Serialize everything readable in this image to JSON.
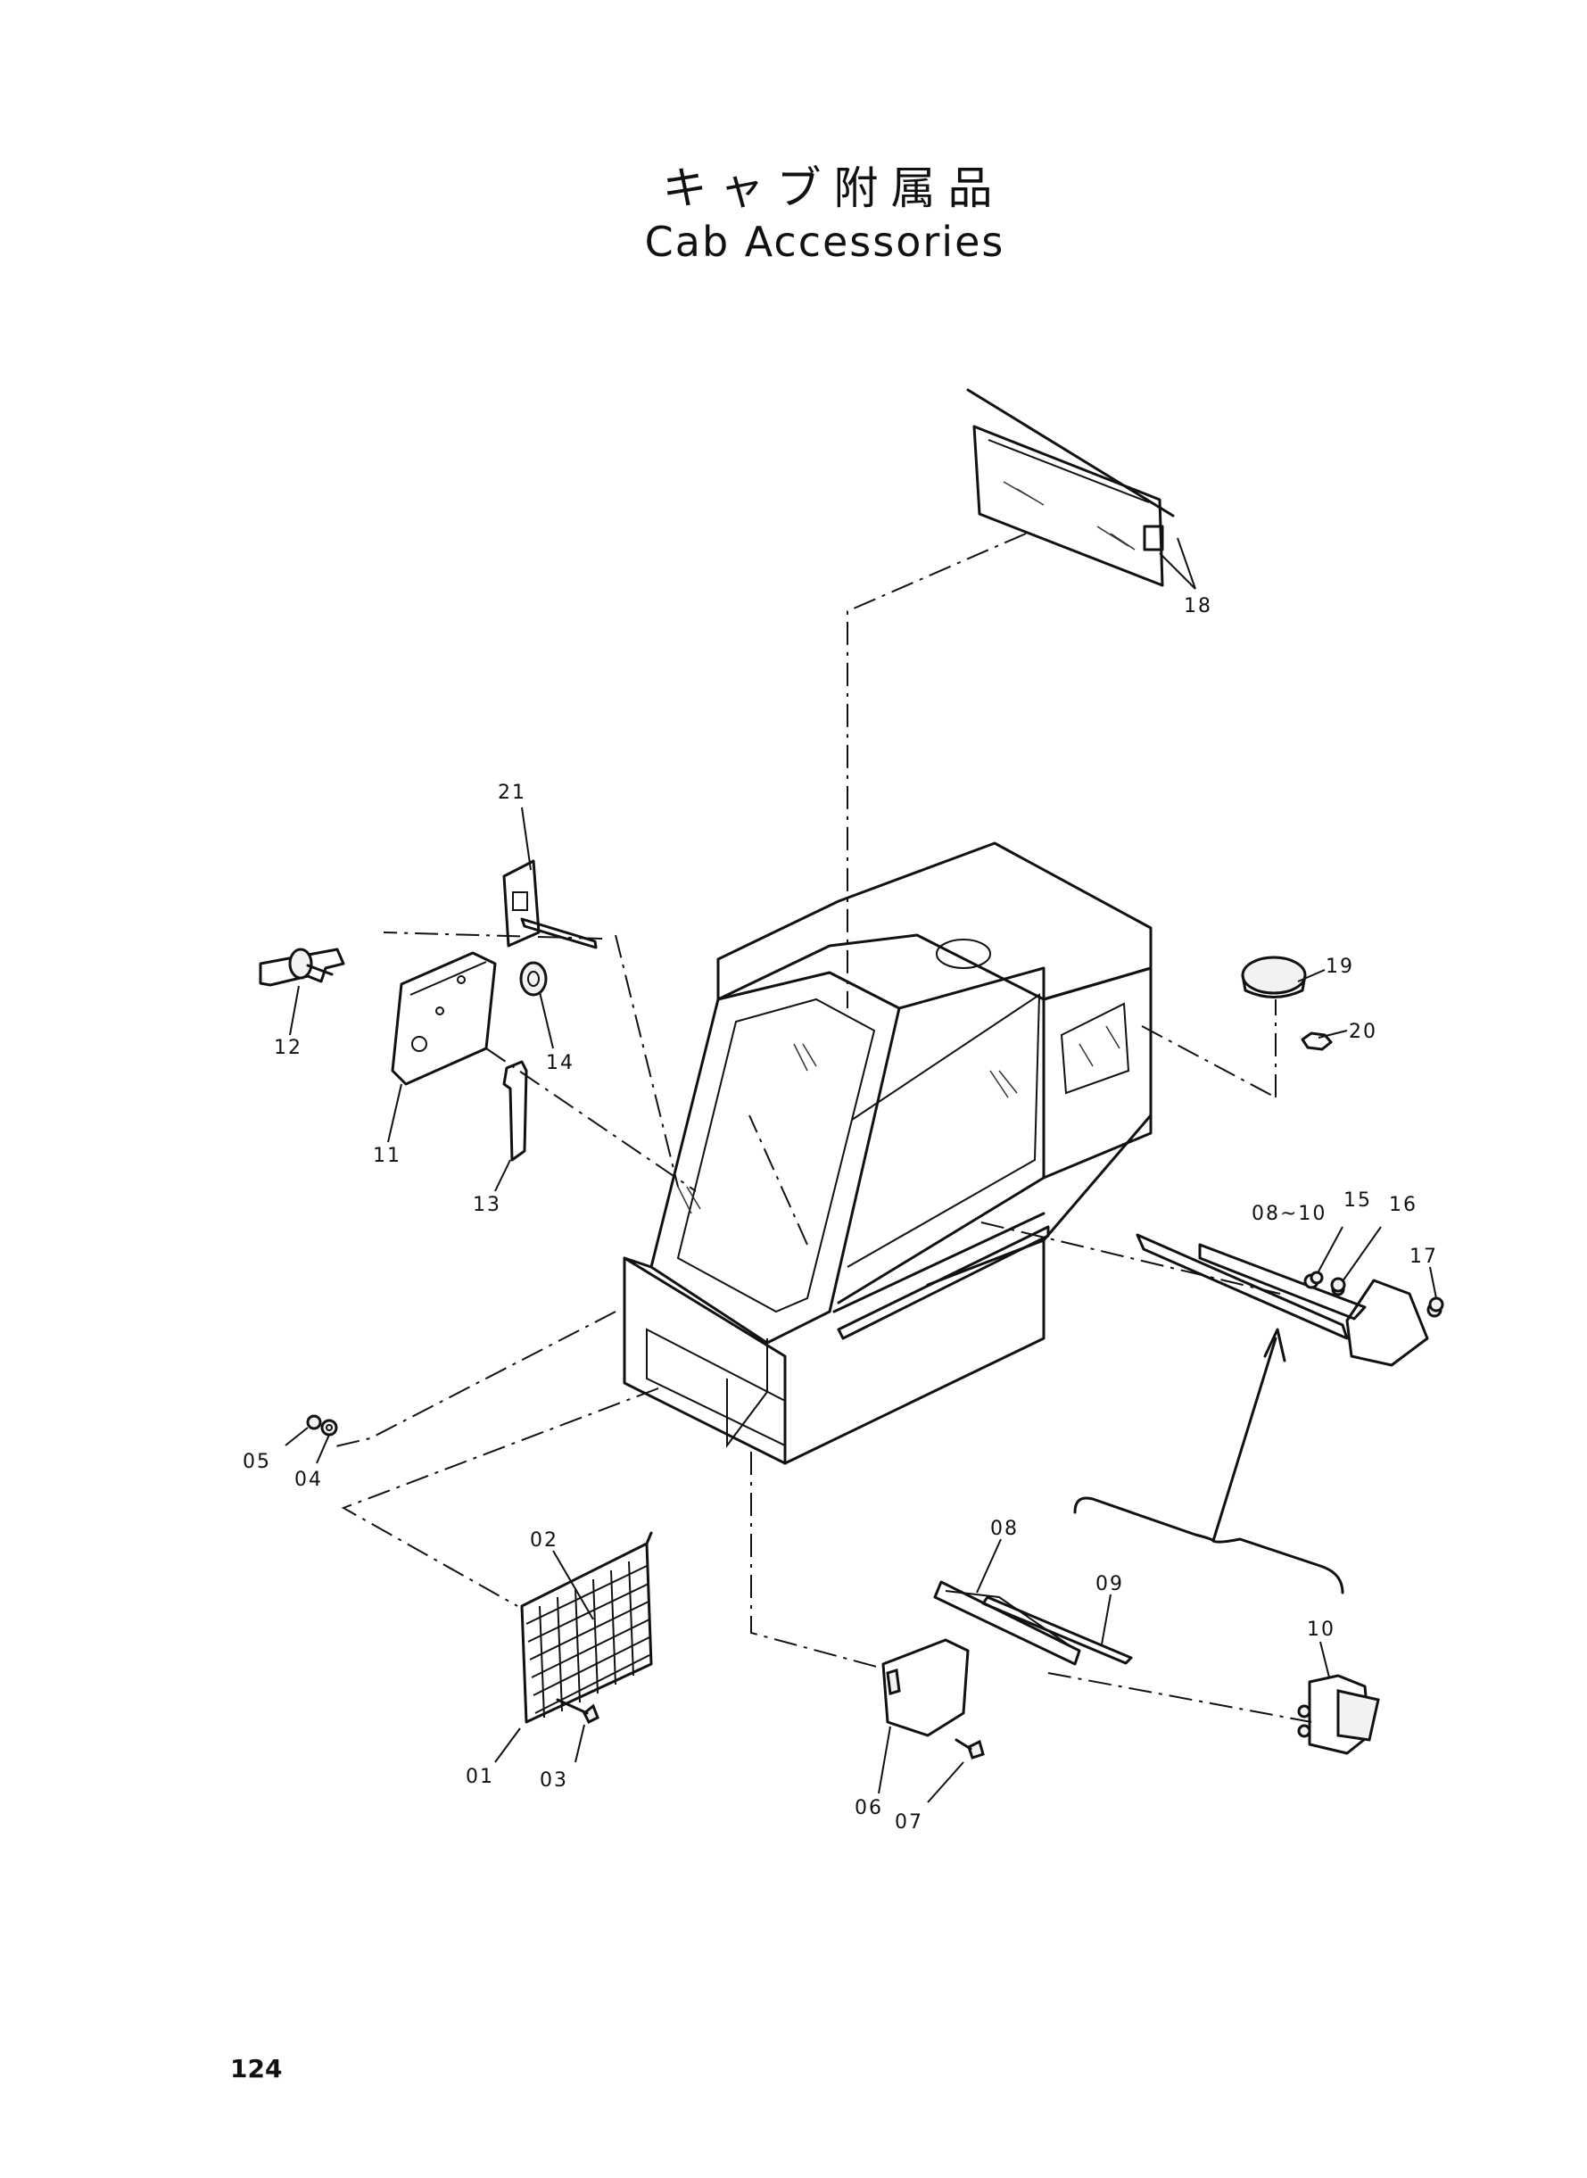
{
  "title": {
    "japanese": "キャブ附属品",
    "english": "Cab Accessories"
  },
  "part_labels": {
    "p01": "01",
    "p02": "02",
    "p03": "03",
    "p04": "04",
    "p05": "05",
    "p06": "06",
    "p07": "07",
    "p08_10": "08~10",
    "p08": "08",
    "p09": "09",
    "p10": "10",
    "p11": "11",
    "p12": "12",
    "p13": "13",
    "p14": "14",
    "p15": "15",
    "p16": "16",
    "p17": "17",
    "p18": "18",
    "p19": "19",
    "p20": "20",
    "p21": "21"
  },
  "page_number": "124"
}
